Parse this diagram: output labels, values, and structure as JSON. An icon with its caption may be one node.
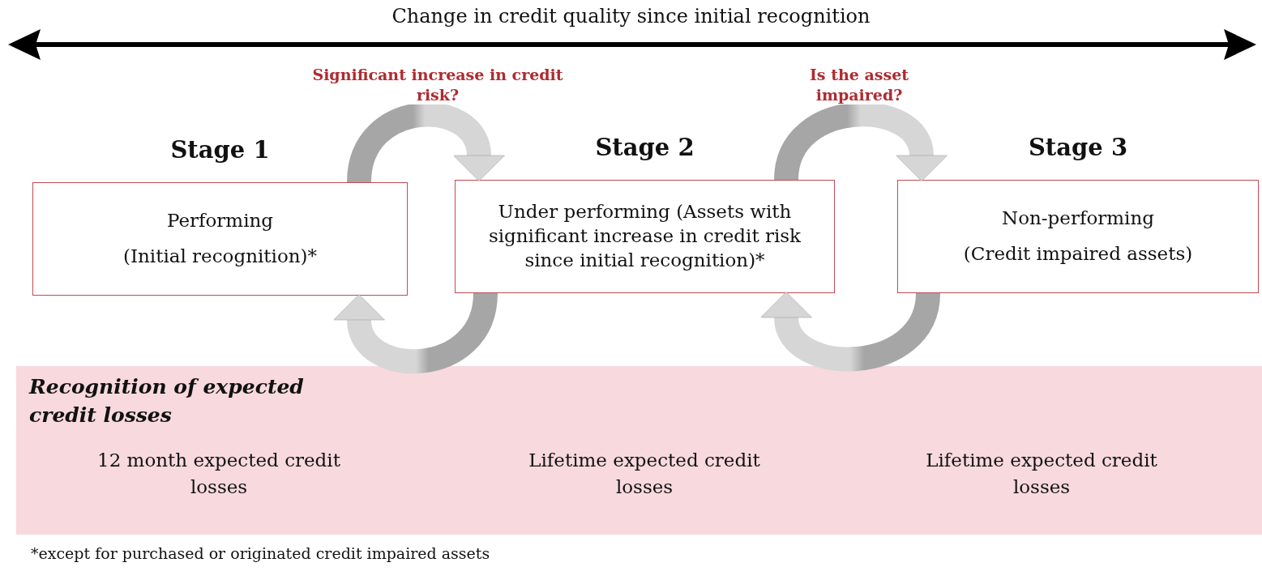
{
  "diagram": {
    "caption": "*except for purchased or originated credit impaired assets",
    "nodes": [
      {
        "text": [
          "Stage 1",
          "Performing",
          "(Initial recognition)*"
        ]
      },
      {
        "text": [
          "Stage 2",
          "Under performing (Assets with significant increase in credit risk since initial recognition)*"
        ]
      },
      {
        "text": [
          "Stage 3",
          "Non-performing",
          "(Credit impaired assets)"
        ]
      },
      {
        "text": [
          "Recognition of expected credit losses",
          "12 month expected credit losses",
          "Lifetime expected credit losses",
          "Lifetime expected credit losses"
        ]
      }
    ],
    "edges": [
      {
        "from": 0,
        "to": 1,
        "arrow": "to",
        "label": "Significant increase in credit risk?"
      },
      {
        "from": 1,
        "to": 0,
        "arrow": "to"
      },
      {
        "from": 1,
        "to": 2,
        "arrow": "to",
        "label": "Is the asset impaired?"
      },
      {
        "from": 2,
        "to": 1,
        "arrow": "to"
      }
    ],
    "labels": [
      "Change in credit quality since initial recognition"
    ]
  }
}
